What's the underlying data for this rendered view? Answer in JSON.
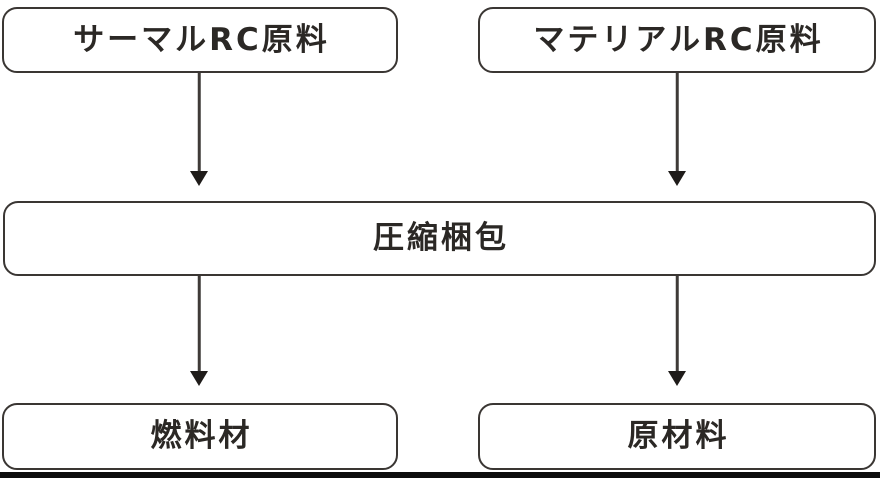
{
  "diagram": {
    "title": "recycling-material-flow",
    "nodes": [
      {
        "id": "thermal-rc-material",
        "label": "サーマルRC原料",
        "row": "top",
        "col": "left"
      },
      {
        "id": "material-rc-material",
        "label": "マテリアルRC原料",
        "row": "top",
        "col": "right"
      },
      {
        "id": "compression-packing",
        "label": "圧縮梱包",
        "row": "middle",
        "col": "full"
      },
      {
        "id": "fuel-material",
        "label": "燃料材",
        "row": "bottom",
        "col": "left"
      },
      {
        "id": "raw-material",
        "label": "原材料",
        "row": "bottom",
        "col": "right"
      }
    ],
    "edges": [
      {
        "from": "thermal-rc-material",
        "to": "compression-packing",
        "direction": "down"
      },
      {
        "from": "material-rc-material",
        "to": "compression-packing",
        "direction": "down"
      },
      {
        "from": "compression-packing",
        "to": "fuel-material",
        "direction": "down"
      },
      {
        "from": "compression-packing",
        "to": "raw-material",
        "direction": "down"
      }
    ],
    "colors": {
      "background": "#ffffff",
      "node_fill": "#ffffff",
      "node_border": "#3a3633",
      "text": "#2b2825",
      "arrow": "#1f1c1a",
      "bottom_bar": "#0d0d0d"
    }
  }
}
